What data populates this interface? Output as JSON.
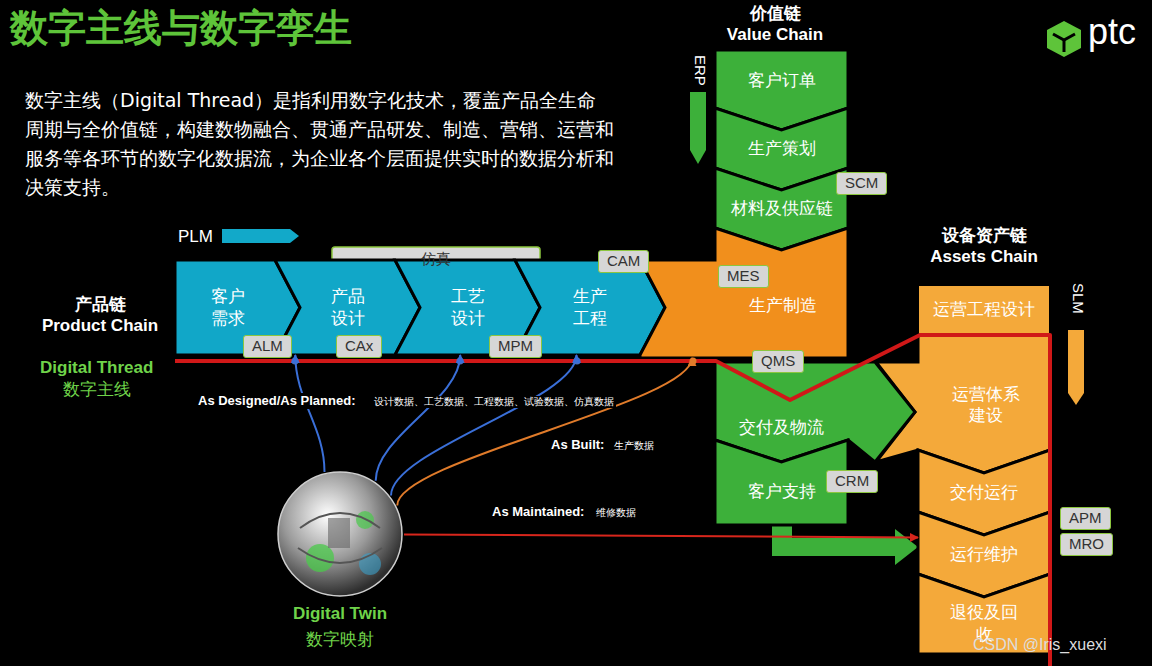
{
  "diagram": {
    "title": "数字主线与数字孪生",
    "nodes": [
      {
        "text": [
          "客户订单"
        ]
      },
      {
        "text": [
          "生产策划"
        ]
      },
      {
        "text": [
          "材料及供应链"
        ]
      },
      {
        "text": [
          "SCM"
        ]
      },
      {
        "text": [
          "仿真"
        ]
      },
      {
        "text": [
          "CAM"
        ]
      },
      {
        "text": [
          "客户需求"
        ]
      },
      {
        "text": [
          "产品设计"
        ]
      },
      {
        "text": [
          "工艺设计"
        ]
      },
      {
        "text": [
          "生产工程"
        ]
      },
      {
        "text": [
          "MES"
        ]
      },
      {
        "text": [
          "生产制造"
        ]
      },
      {
        "text": [
          "运营工程设计"
        ]
      },
      {
        "text": [
          "ALM"
        ]
      },
      {
        "text": [
          "CAx"
        ]
      },
      {
        "text": [
          "MPM"
        ]
      },
      {
        "text": [
          "QMS"
        ]
      },
      {
        "text": [
          "运营体系建设"
        ]
      },
      {
        "text": [
          "交付及物流"
        ]
      },
      {
        "text": [
          "CRM"
        ]
      },
      {
        "text": [
          "客户支持"
        ]
      },
      {
        "text": [
          "交付运行"
        ]
      },
      {
        "text": [
          "APM"
        ]
      },
      {
        "text": [
          "MRO"
        ]
      },
      {
        "text": [
          "运行维护"
        ]
      },
      {
        "text": [
          "退役及回收"
        ]
      },
      {
        "text": [
          "Digital Twin",
          "数字映射"
        ]
      }
    ],
    "edges": [
      {
        "from": 26,
        "to": 7,
        "arrow": "to"
      },
      {
        "from": 26,
        "to": 8,
        "arrow": "to"
      },
      {
        "from": 26,
        "to": 9,
        "arrow": "to"
      },
      {
        "from": 26,
        "to": 11,
        "arrow": "to"
      },
      {
        "from": 26,
        "to": 24,
        "arrow": "to"
      }
    ],
    "labels": [
      "数字主线（Digital Thread）是指利用数字化技术，覆盖产品全生命周期与全价值链，构建数物融合、贯通产品研发、制造、营销、运营和服务等各环节的数字化数据流，为企业各个层面提供实时的数据分析和决策支持。",
      "ptc",
      "PLM",
      "ERP",
      "价值链",
      "Value Chain",
      "设备资产链",
      "Assets Chain",
      "SLM",
      "产品链",
      "Product Chain",
      "Digital Thread",
      "数字主线",
      "As Designed/As Planned:",
      "设计数据、工艺数据、工程数据、试验数据、仿真数据",
      "As Built:",
      "生产数据",
      "As Maintained:",
      "维修数据",
      "CSDN @Iris_xuexi"
    ]
  }
}
